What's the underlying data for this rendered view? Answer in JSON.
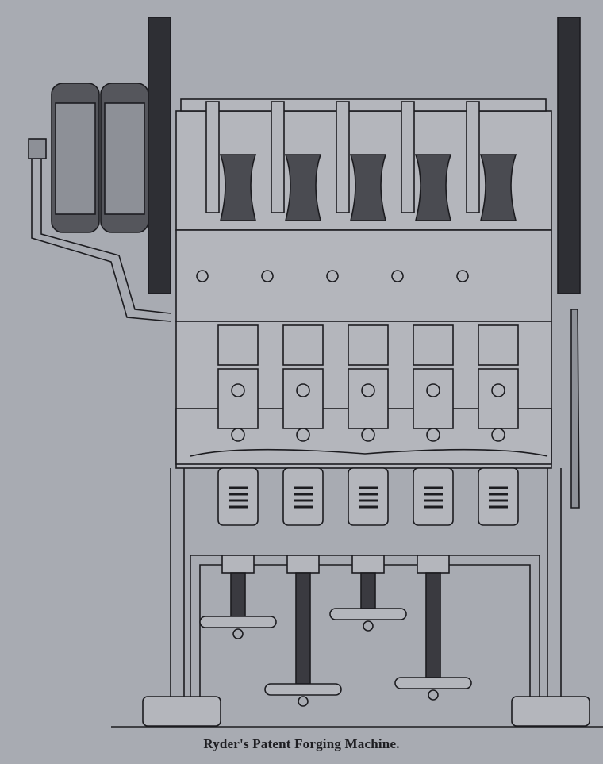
{
  "caption": "Ryder's Patent Forging Machine.",
  "colors": {
    "paper": "#a8abb2",
    "ink": "#1c1c20",
    "shade": "#3a3a40"
  },
  "machine": {
    "die_count": 5,
    "screw_count": 4
  }
}
